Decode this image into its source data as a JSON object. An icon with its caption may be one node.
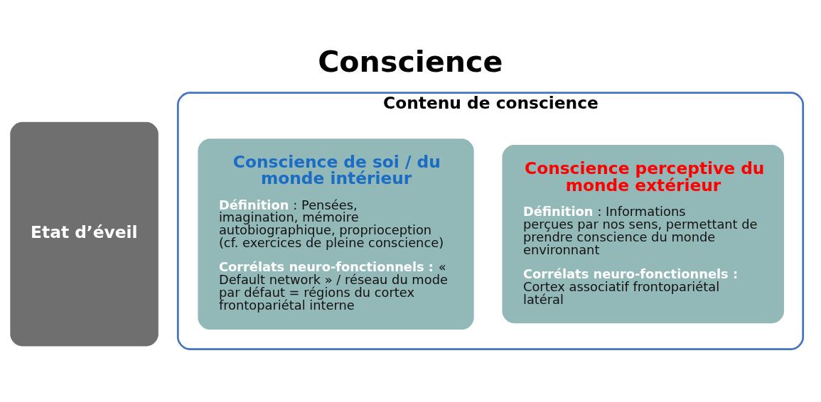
{
  "diagram": {
    "title": "Conscience",
    "nodes": [
      {
        "text": [
          "Etat d’éveil"
        ]
      },
      {
        "text": [
          "Contenu de conscience"
        ]
      },
      {
        "text": [
          "Conscience de soi / du monde intérieur",
          "**Définition** : Pensées, imagination, mémoire autobiographique, proprioception (cf. exercices de pleine conscience)",
          "**Corrélats neuro-fonctionnels :** « Default network » / réseau du mode par défaut = régions du cortex frontopariétal interne"
        ],
        "in": 1
      },
      {
        "text": [
          "Conscience perceptive du monde extérieur",
          "**Définition** : Informations perçues par nos sens, permettant de prendre conscience du monde environnant",
          "**Corrélats neuro-fonctionnels :** Cortex associatif frontopariétal latéral"
        ],
        "in": 1
      }
    ]
  }
}
